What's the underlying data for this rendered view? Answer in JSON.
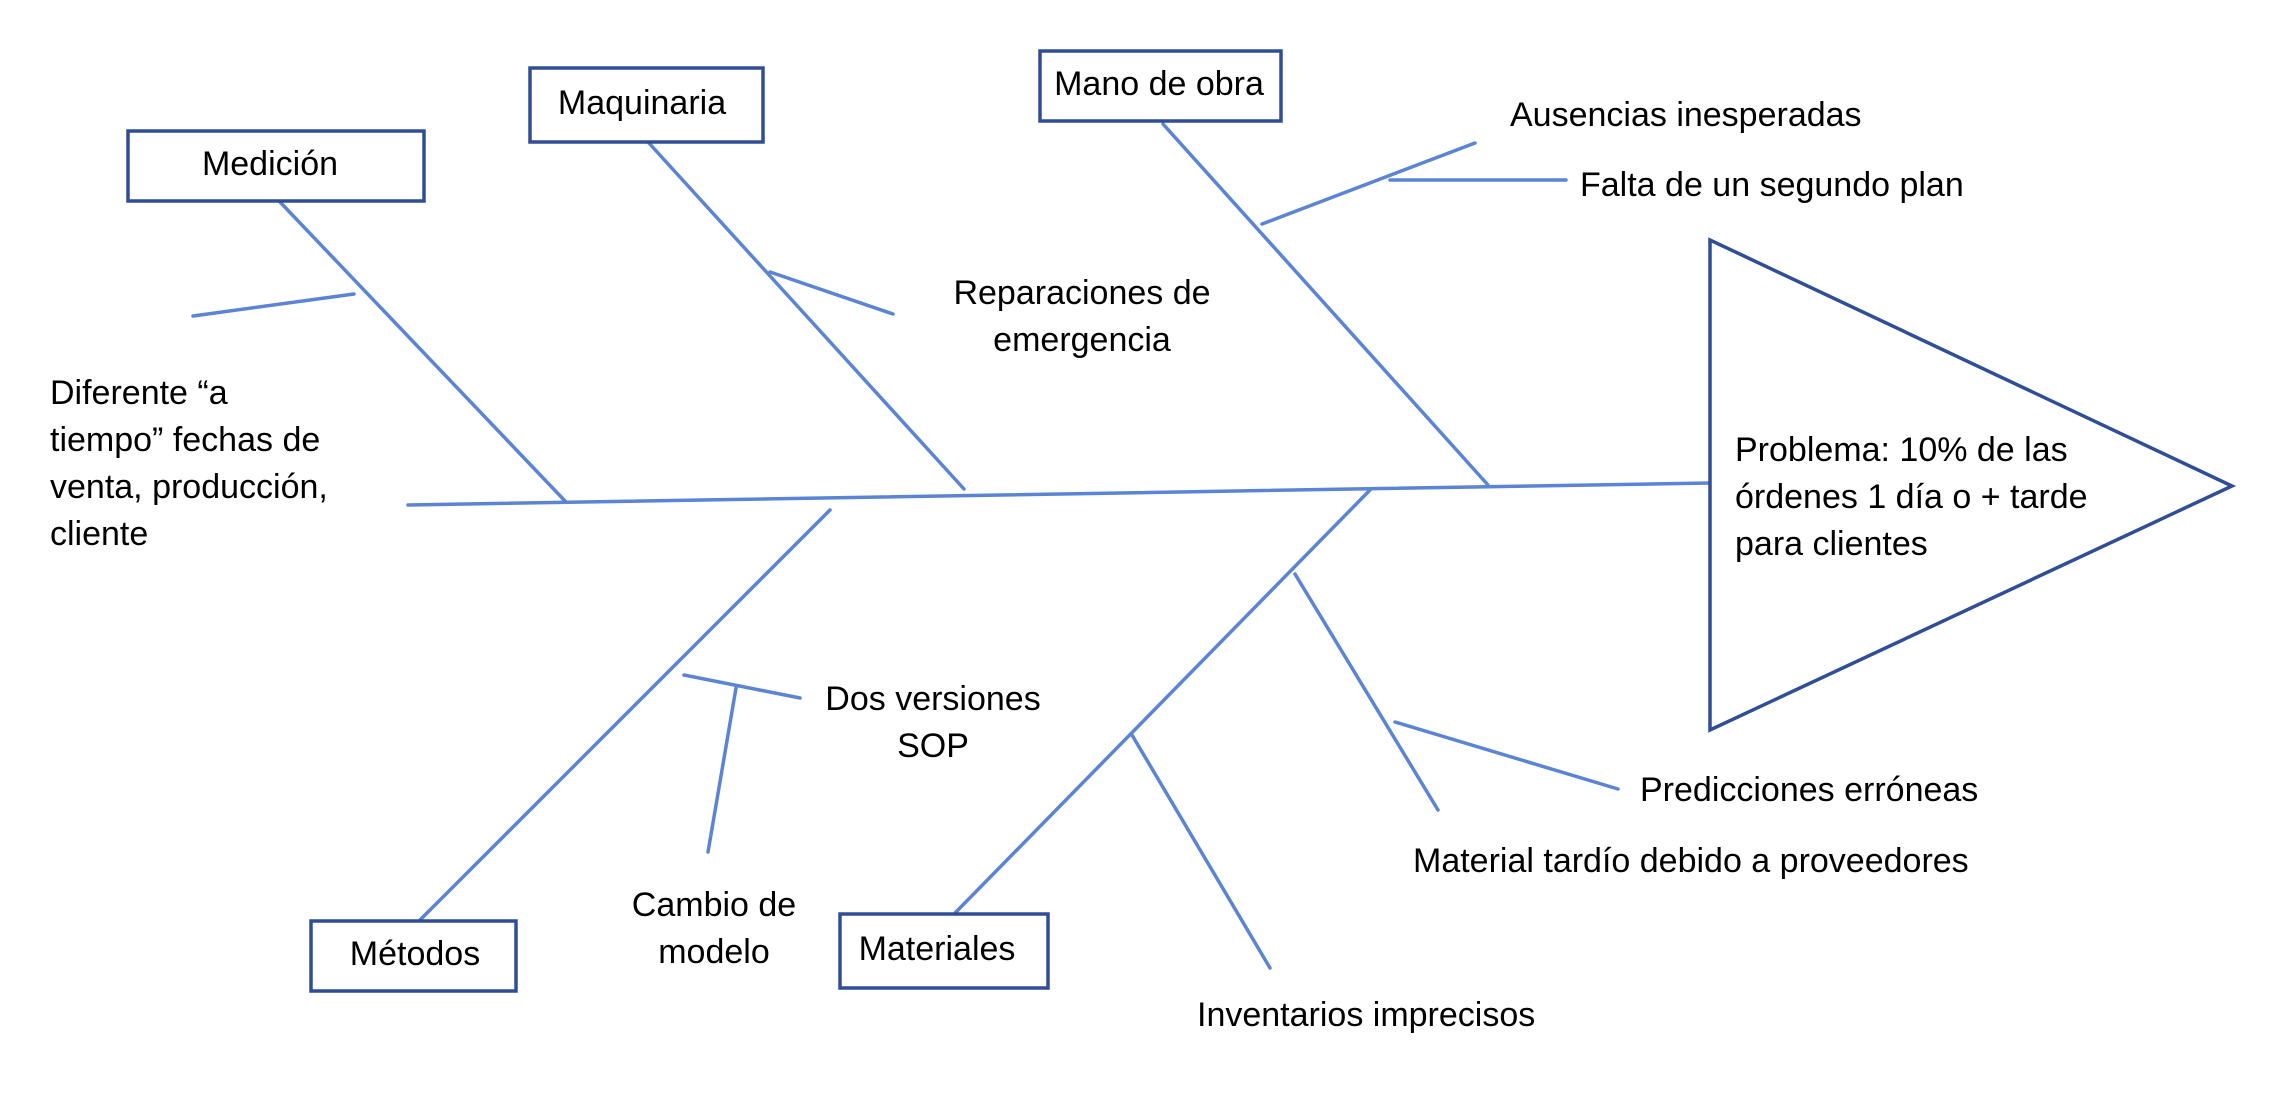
{
  "categories": {
    "medicion": "Medición",
    "maquinaria": "Maquinaria",
    "mano_de_obra": "Mano de obra",
    "metodos": "Métodos",
    "materiales": "Materiales"
  },
  "problem": {
    "lines": [
      "Problema: 10% de las",
      "órdenes 1 día o + tarde",
      "para clientes"
    ]
  },
  "causes": {
    "diferente_fechas": [
      "Diferente “a",
      "tiempo” fechas de",
      "venta, producción,",
      "cliente"
    ],
    "reparaciones": [
      "Reparaciones de",
      "emergencia"
    ],
    "ausencias": "Ausencias inesperadas",
    "falta_plan": "Falta de un segundo plan",
    "dos_versiones": [
      "Dos versiones",
      "SOP"
    ],
    "cambio_modelo": [
      "Cambio de",
      "modelo"
    ],
    "predicciones": "Predicciones erróneas",
    "material_tardio": "Material tardío debido a proveedores",
    "inventarios": "Inventarios imprecisos"
  },
  "colors": {
    "bone": "#5b84d4",
    "frame": "#2f4e96",
    "text": "#000000",
    "background": "#ffffff"
  }
}
